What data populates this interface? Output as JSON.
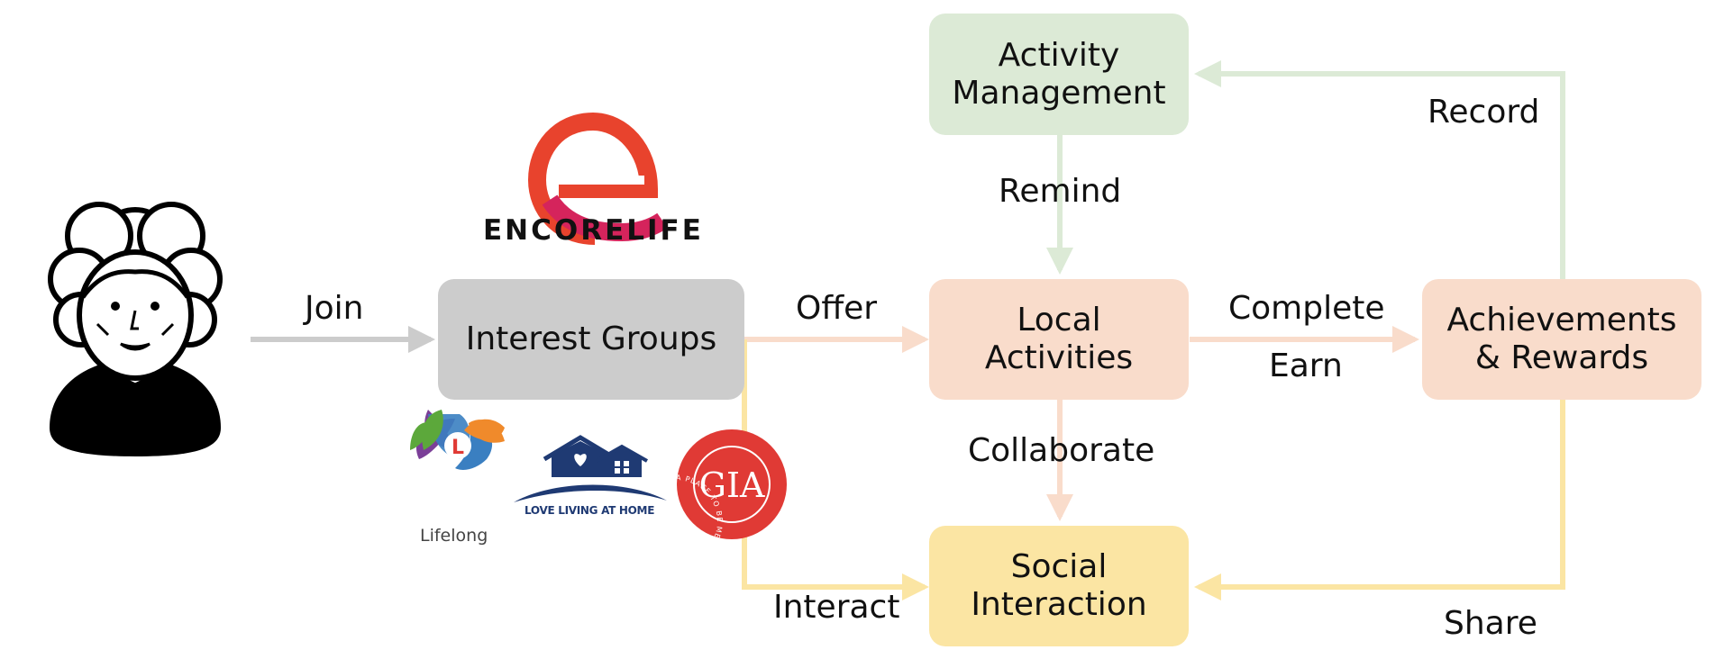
{
  "nodes": {
    "interest_groups": {
      "label": "Interest Groups",
      "color": "#cccccc"
    },
    "activity_management": {
      "line1": "Activity",
      "line2": "Management",
      "color": "#dcead6"
    },
    "local_activities": {
      "line1": "Local",
      "line2": "Activities",
      "color": "#f9dccb"
    },
    "achievements": {
      "line1": "Achievements",
      "line2": "& Rewards",
      "color": "#f9dccb"
    },
    "social_interaction": {
      "line1": "Social",
      "line2": "Interaction",
      "color": "#fbe5a3"
    }
  },
  "edges": {
    "join": "Join",
    "offer": "Offer",
    "interact": "Interact",
    "remind": "Remind",
    "collaborate": "Collaborate",
    "complete": "Complete",
    "earn": "Earn",
    "record": "Record",
    "share": "Share"
  },
  "edge_colors": {
    "join": "#cccccc",
    "green": "#dcead6",
    "peach": "#f9dccb",
    "yellow": "#fbe5a3"
  },
  "logos": {
    "encorelife": {
      "text": "ENCORELIFE",
      "colors": [
        "#e8432d",
        "#d5245c"
      ]
    },
    "lifelong": {
      "text": "Lifelong"
    },
    "love_living": {
      "text": "LOVE LIVING AT HOME",
      "color": "#1f3a73"
    },
    "gia": {
      "text": "GIA",
      "ring_text": "A PLACE TO BE ME · UNITY THROUGH DIVERSITY",
      "color": "#e03a35"
    }
  },
  "user": {
    "icon": "elderly-woman-icon"
  }
}
